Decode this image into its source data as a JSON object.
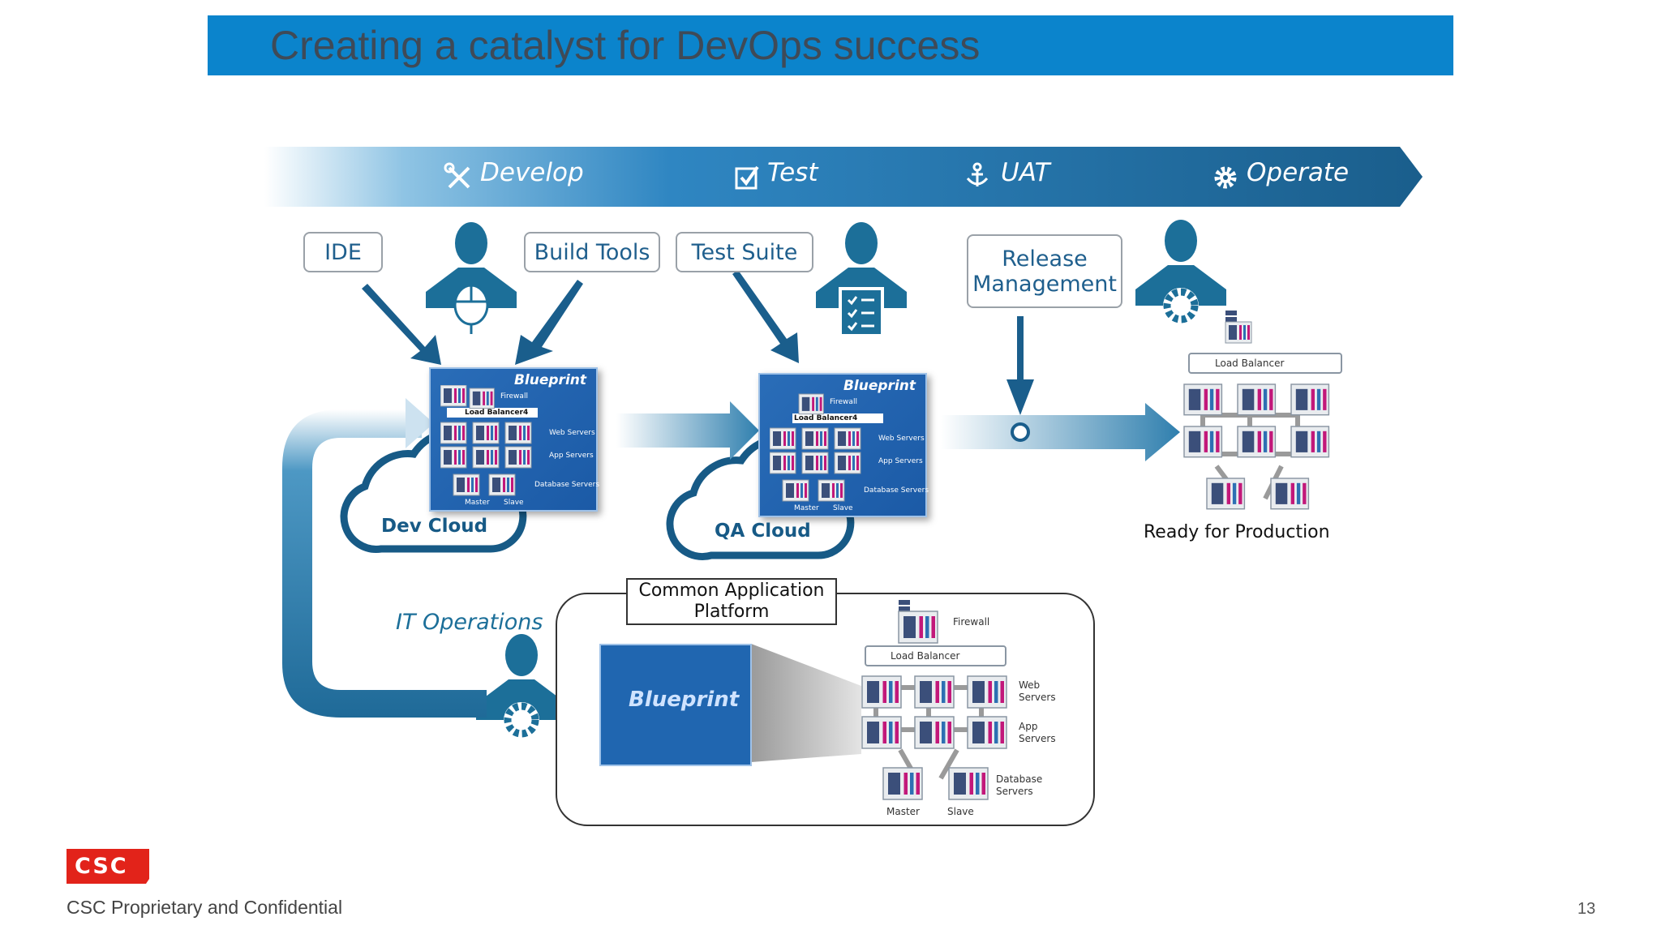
{
  "title": "Creating a catalyst for DevOps success",
  "stages": [
    {
      "label": "Develop",
      "icon": "tools-icon"
    },
    {
      "label": "Test",
      "icon": "checkbox-icon"
    },
    {
      "label": "UAT",
      "icon": "anchor-icon"
    },
    {
      "label": "Operate",
      "icon": "gear-icon"
    }
  ],
  "tools": {
    "ide": "IDE",
    "build_tools": "Build Tools",
    "test_suite": "Test Suite",
    "release_management": "Release Management"
  },
  "blueprint_small": {
    "title": "Blueprint",
    "firewall": "Firewall",
    "load_balancer": "Load Balancer4",
    "web_servers": "Web Servers",
    "app_servers": "App Servers",
    "database_servers": "Database Servers",
    "master": "Master",
    "slave": "Slave"
  },
  "clouds": {
    "dev": "Dev Cloud",
    "qa": "QA Cloud"
  },
  "production": {
    "load_balancer": "Load Balancer",
    "label": "Ready for Production"
  },
  "it_operations": "IT Operations",
  "platform": {
    "title": "Common Application Platform",
    "blueprint": "Blueprint",
    "firewall": "Firewall",
    "load_balancer": "Load Balancer",
    "web_servers": "Web Servers",
    "app_servers": "App Servers",
    "database_servers": "Database Servers",
    "master": "Master",
    "slave": "Slave"
  },
  "footer": {
    "logo": "CSC",
    "text": "CSC Proprietary and Confidential",
    "page": "13"
  },
  "colors": {
    "title_bar": "#0b84cc",
    "arrow_dark": "#1a5e8c",
    "person": "#1c6f99",
    "blueprint": "#2066b0",
    "logo_red": "#e2231a"
  }
}
